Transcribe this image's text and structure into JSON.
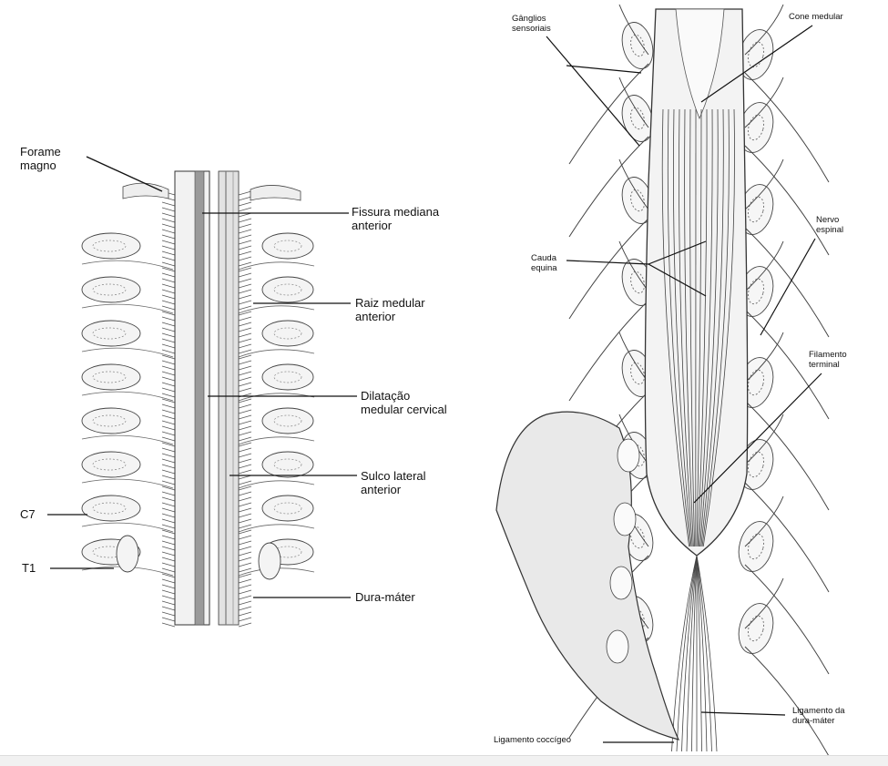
{
  "left_panel": {
    "labels": {
      "forame_magno": "Forame\nmagno",
      "fissura": "Fissura mediana\nanterior",
      "raiz": "Raiz medular\nanterior",
      "dilatacao": "Dilatação\nmedular cervical",
      "sulco": "Sulco lateral\nanterior",
      "dura": "Dura-máter",
      "c7": "C7",
      "t1": "T1"
    }
  },
  "right_panel": {
    "labels": {
      "ganglios": "Gânglios\nsensoriais",
      "cone": "Cone medular",
      "nervo": "Nervo\nespinal",
      "cauda": "Cauda\nequina",
      "filamento": "Filamento\nterminal",
      "ligamento_dura": "Ligamento da\ndura-máter",
      "ligamento_coccigeo": "Ligamento coccígeo"
    }
  },
  "colors": {
    "ink": "#1a1a1a",
    "bone": "#f4f4f4",
    "shade": "#bdbdbd",
    "line": "#333333"
  }
}
